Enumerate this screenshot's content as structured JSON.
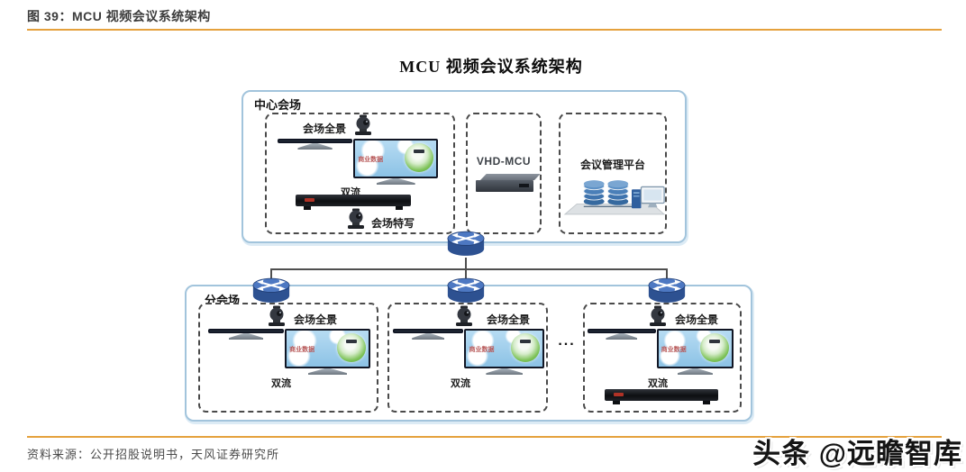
{
  "header": {
    "figure_label": "图 39：MCU 视频会议系统架构"
  },
  "diagram": {
    "title": "MCU 视频会议系统架构",
    "screen_text": "商业数据",
    "center_venue": {
      "label": "中心会场",
      "equipment": {
        "panorama_label": "会场全景",
        "dual_stream_label": "双流",
        "closeup_label": "会场特写"
      },
      "mcu": {
        "label": "VHD-MCU"
      },
      "management": {
        "label": "会议管理平台"
      }
    },
    "branch_venues": {
      "label": "分会场",
      "ellipsis": "...",
      "venues": [
        {
          "panorama_label": "会场全景",
          "dual_stream_label": "双流"
        },
        {
          "panorama_label": "会场全景",
          "dual_stream_label": "双流"
        },
        {
          "panorama_label": "会场全景",
          "dual_stream_label": "双流"
        }
      ]
    }
  },
  "footer": {
    "source": "资料来源：公开招股说明书，天风证券研究所",
    "watermark": "头条 @远瞻智库"
  },
  "colors": {
    "accent_orange": "#e5a13d",
    "box_border_blue": "#a2c4dc",
    "router_blue": "#2d5191",
    "dashed_border": "#4a4a4a"
  }
}
